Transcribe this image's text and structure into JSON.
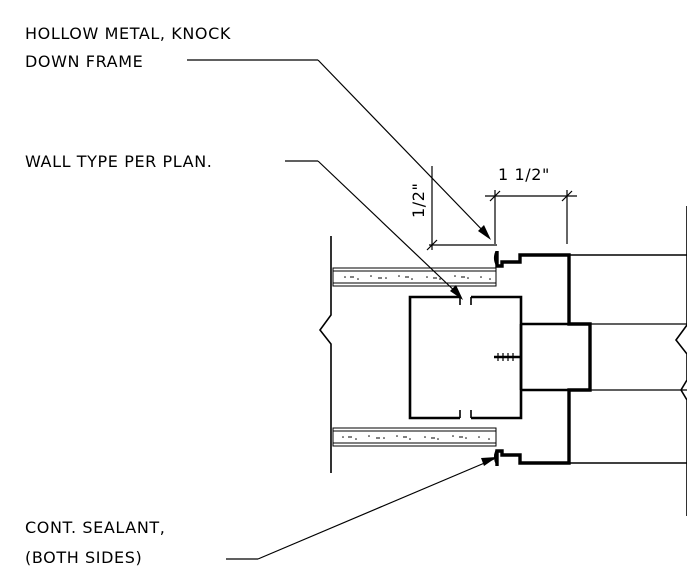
{
  "notes": {
    "frame_line1": "HOLLOW METAL, KNOCK",
    "frame_line2": "DOWN FRAME",
    "wall": "WALL TYPE PER PLAN.",
    "sealant_line1": "CONT. SEALANT,",
    "sealant_line2": "(BOTH SIDES)"
  },
  "dimensions": {
    "horizontal": "1 1/2\"",
    "vertical": "1/2\""
  }
}
